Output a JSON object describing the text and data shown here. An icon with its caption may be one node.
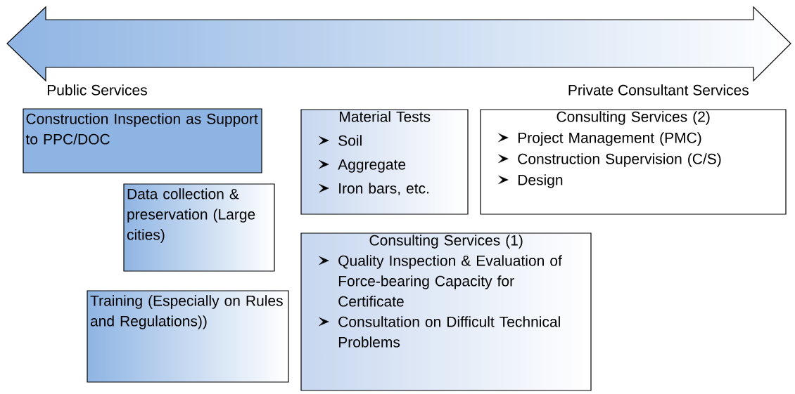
{
  "diagram": {
    "nodes": [
      {
        "text": [
          "Construction Inspection as Support to PPC/DOC"
        ]
      },
      {
        "text": [
          "Material Tests",
          "Soil",
          "Aggregate",
          "Iron bars, etc."
        ]
      },
      {
        "text": [
          "Consulting Services (2)",
          "Project Management (PMC)",
          "Construction Supervision (C/S)",
          "Design"
        ]
      },
      {
        "text": [
          "Data collection & preservation (Large cities)"
        ]
      },
      {
        "text": [
          "Consulting Services (1)",
          "Quality Inspection & Evaluation of Force-bearing Capacity for Certificate",
          "Consultation on Difficult Technical Problems"
        ]
      },
      {
        "text": [
          "Training (Especially on Rules and Regulations))"
        ]
      }
    ],
    "labels": [
      "Public Services",
      "Private Consultant Services"
    ]
  }
}
